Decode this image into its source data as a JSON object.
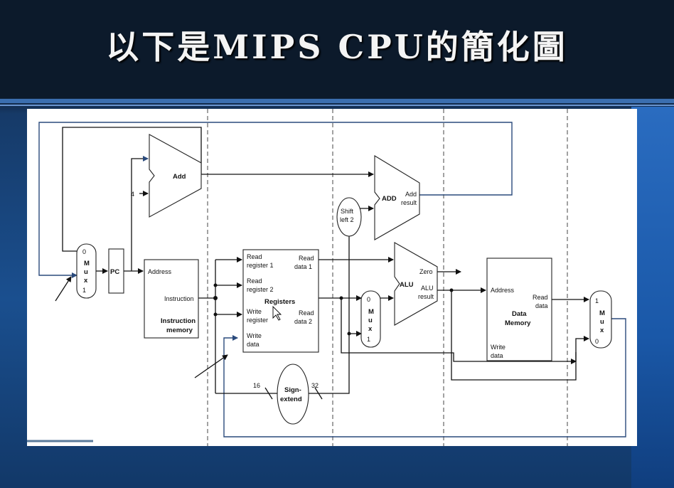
{
  "title": "以下是MIPS CPU的簡化圖",
  "diagram": {
    "mux_left": {
      "top": "0",
      "m": "M",
      "u": "u",
      "x": "x",
      "bottom": "1"
    },
    "pc": "PC",
    "add_pc": "Add",
    "four": "4",
    "instr_mem": {
      "address": "Address",
      "instruction": "Instruction",
      "name1": "Instruction",
      "name2": "memory"
    },
    "registers": {
      "read_reg1_a": "Read",
      "read_reg1_b": "register 1",
      "read_reg2_a": "Read",
      "read_reg2_b": "register 2",
      "write_reg_a": "Write",
      "write_reg_b": "register",
      "write_data_a": "Write",
      "write_data_b": "data",
      "read_data1_a": "Read",
      "read_data1_b": "data 1",
      "read_data2_a": "Read",
      "read_data2_b": "data 2",
      "name": "Registers"
    },
    "shift": {
      "a": "Shift",
      "b": "left 2"
    },
    "add_branch": {
      "name": "ADD",
      "res_a": "Add",
      "res_b": "result"
    },
    "alu": {
      "name": "ALU",
      "zero": "Zero",
      "res_a": "ALU",
      "res_b": "result"
    },
    "mux_alu": {
      "top": "0",
      "m": "M",
      "u": "u",
      "x": "x",
      "bottom": "1"
    },
    "sign_extend": {
      "a": "Sign-",
      "b": "extend",
      "in_bits": "16",
      "out_bits": "32"
    },
    "data_mem": {
      "address": "Address",
      "read_a": "Read",
      "read_b": "data",
      "write_a": "Write",
      "write_b": "data",
      "name1": "Data",
      "name2": "Memory"
    },
    "mux_right": {
      "top": "1",
      "m": "M",
      "u": "u",
      "x": "x",
      "bottom": "0"
    }
  }
}
